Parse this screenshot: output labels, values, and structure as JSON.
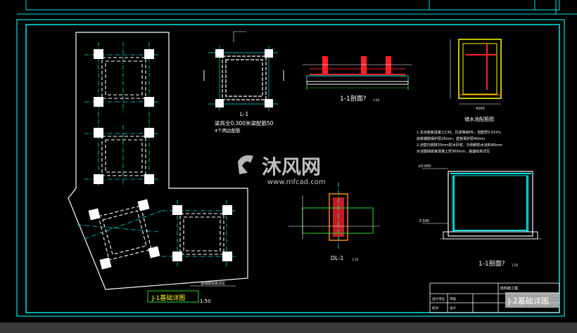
{
  "drawing": {
    "colors": {
      "background": "#000000",
      "frame": "#00e5e5",
      "white": "#ffffff",
      "yellow": "#ffff00",
      "red": "#ff2020",
      "green": "#22dd22",
      "orange": "#ff8800"
    },
    "j1": {
      "title": "J-1基础详图",
      "scale": "1:50",
      "note": "基础底标高详见"
    },
    "l1": {
      "tag": "L-1",
      "note_line1": "梁高全0.300米梁配筋50",
      "note_line2": "4个两边配筋"
    },
    "section11": {
      "title": "1-1剖面?",
      "scale": "1:20"
    },
    "tank": {
      "title": "储水池配筋图",
      "dim": "4200"
    },
    "notes": {
      "line1": "1.本池底板混凝土C30，抗渗等级P6，池壁厚0.015%",
      "line2": "  底板钢筋保护层25mm，壁板保护层40mm",
      "line3": "2.池壁内侧抹20mm防水砂浆，外侧刷防水涂料40mm",
      "line4": "  水池基础底板混凝土厚300mm，底面标高详见"
    },
    "dl1": {
      "tag": "DL-1",
      "scale": "1:10"
    },
    "section11b": {
      "title": "1-1剖面?",
      "scale": "1:20",
      "elev_top": "±0.000",
      "elev_mid": "-3.500"
    },
    "titleblock": {
      "drawing_title": "J-2基础详图",
      "label1": "结构施工图",
      "label2": "设计单位",
      "label3": "审核",
      "label4": "校对",
      "label5": "设计"
    },
    "watermark": {
      "brand": "沐风网",
      "url": "www.mfcad.com"
    }
  }
}
